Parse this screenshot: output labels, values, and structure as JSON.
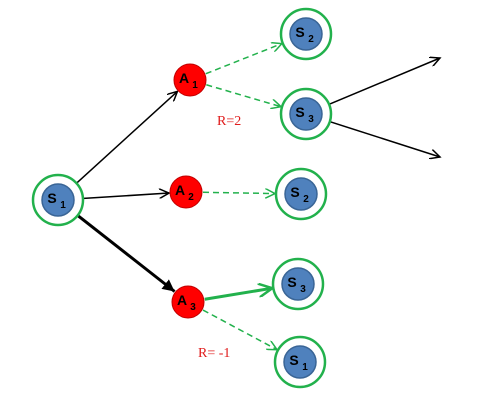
{
  "colors": {
    "state_fill": "#4f81bd",
    "state_stroke": "#3a6596",
    "state_ring": "#22b14c",
    "action_fill": "#ff0000",
    "action_stroke": "#c00000",
    "edge_dashed": "#22b14c",
    "edge_solid": "#000000",
    "edge_highlight": "#22b14c",
    "reward_text": "#e01b1b"
  },
  "nodes": [
    {
      "id": "s1_root",
      "kind": "state",
      "label": "S",
      "sub": "1"
    },
    {
      "id": "a1",
      "kind": "action",
      "label": "A",
      "sub": "1"
    },
    {
      "id": "a2",
      "kind": "action",
      "label": "A",
      "sub": "2"
    },
    {
      "id": "a3",
      "kind": "action",
      "label": "A",
      "sub": "3"
    },
    {
      "id": "s2_top",
      "kind": "state",
      "label": "S",
      "sub": "2"
    },
    {
      "id": "s3_mid",
      "kind": "state",
      "label": "S",
      "sub": "3"
    },
    {
      "id": "s2_mid",
      "kind": "state",
      "label": "S",
      "sub": "2"
    },
    {
      "id": "s3_low",
      "kind": "state",
      "label": "S",
      "sub": "3"
    },
    {
      "id": "s1_low",
      "kind": "state",
      "label": "S",
      "sub": "1"
    }
  ],
  "edges": [
    {
      "from": "s1_root",
      "to": "a1",
      "style": "solid"
    },
    {
      "from": "s1_root",
      "to": "a2",
      "style": "solid"
    },
    {
      "from": "s1_root",
      "to": "a3",
      "style": "bold"
    },
    {
      "from": "a1",
      "to": "s2_top",
      "style": "dashed"
    },
    {
      "from": "a1",
      "to": "s3_mid",
      "style": "dashed"
    },
    {
      "from": "a2",
      "to": "s2_mid",
      "style": "dashed"
    },
    {
      "from": "a3",
      "to": "s3_low",
      "style": "highlight"
    },
    {
      "from": "a3",
      "to": "s1_low",
      "style": "dashed"
    },
    {
      "from": "s3_mid",
      "to": "out_up",
      "style": "solid"
    },
    {
      "from": "s3_mid",
      "to": "out_down",
      "style": "solid"
    }
  ],
  "rewards": [
    {
      "id": "reward-a1-s3",
      "text": "R=2"
    },
    {
      "id": "reward-a3-s1",
      "text": "R= -1"
    }
  ]
}
